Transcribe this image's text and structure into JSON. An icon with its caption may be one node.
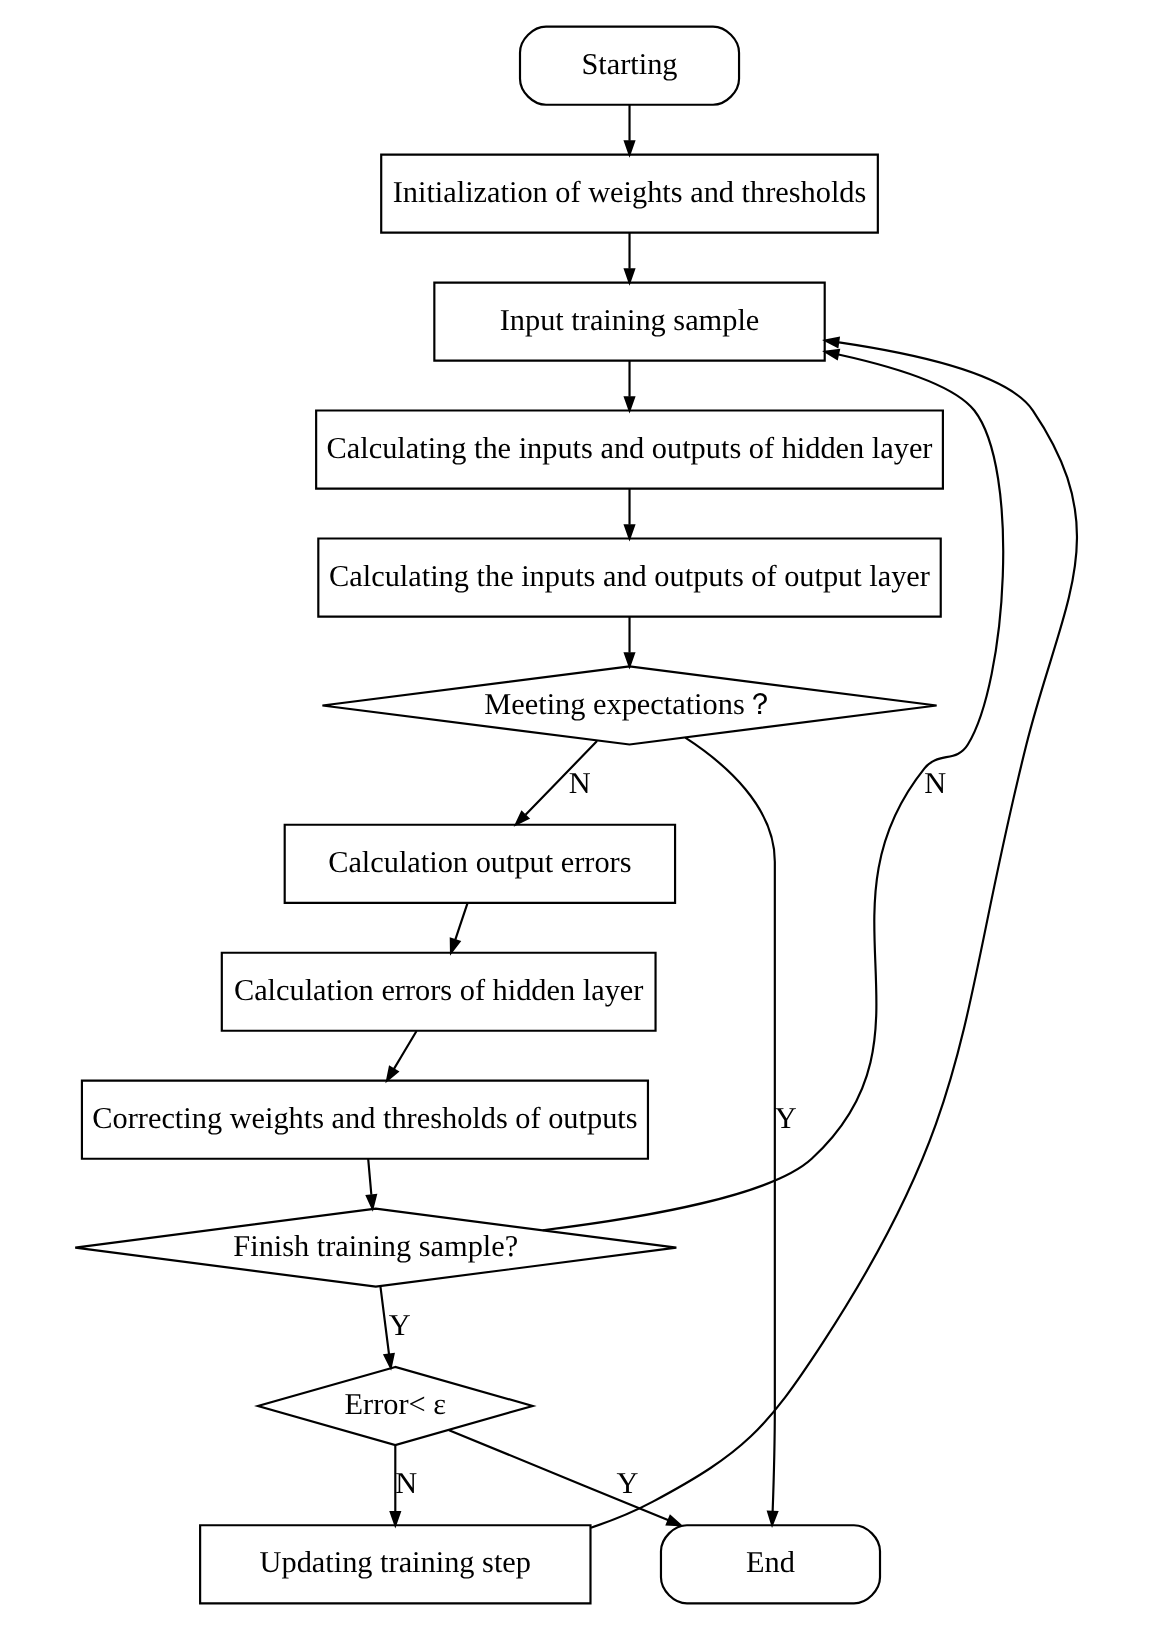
{
  "diagram": {
    "nodes": [
      {
        "text": [
          "Starting"
        ]
      },
      {
        "text": [
          "Initialization of weights and thresholds"
        ]
      },
      {
        "text": [
          "Input training sample"
        ]
      },
      {
        "text": [
          "Calculating the inputs and outputs of hidden layer"
        ]
      },
      {
        "text": [
          "Calculating the inputs and outputs of output layer"
        ]
      },
      {
        "text": [
          "Meeting expectations？"
        ]
      },
      {
        "text": [
          "Calculation output errors"
        ]
      },
      {
        "text": [
          "Calculation errors of hidden layer"
        ]
      },
      {
        "text": [
          "Correcting weights and thresholds of outputs"
        ]
      },
      {
        "text": [
          "Finish training sample?"
        ]
      },
      {
        "text": [
          "Error< ε"
        ]
      },
      {
        "text": [
          "Updating training step"
        ]
      },
      {
        "text": [
          "End"
        ]
      }
    ],
    "edges": [
      {
        "from": 0,
        "to": 1,
        "arrow": "to"
      },
      {
        "from": 1,
        "to": 2,
        "arrow": "to"
      },
      {
        "from": 2,
        "to": 3,
        "arrow": "to"
      },
      {
        "from": 3,
        "to": 4,
        "arrow": "to"
      },
      {
        "from": 4,
        "to": 5,
        "arrow": "to"
      },
      {
        "from": 5,
        "to": 6,
        "arrow": "to",
        "label": "N"
      },
      {
        "from": 6,
        "to": 7,
        "arrow": "to"
      },
      {
        "from": 7,
        "to": 8,
        "arrow": "to"
      },
      {
        "from": 8,
        "to": 9,
        "arrow": "to"
      },
      {
        "from": 9,
        "to": 2,
        "arrow": "to",
        "label": "N"
      },
      {
        "from": 9,
        "to": 10,
        "arrow": "to",
        "label": "Y"
      },
      {
        "from": 10,
        "to": 11,
        "arrow": "to",
        "label": "N"
      },
      {
        "from": 11,
        "to": 2,
        "arrow": "to"
      },
      {
        "from": 10,
        "to": 12,
        "arrow": "to",
        "label": "Y"
      },
      {
        "from": 5,
        "to": 12,
        "arrow": "to",
        "label": "Y"
      }
    ]
  }
}
